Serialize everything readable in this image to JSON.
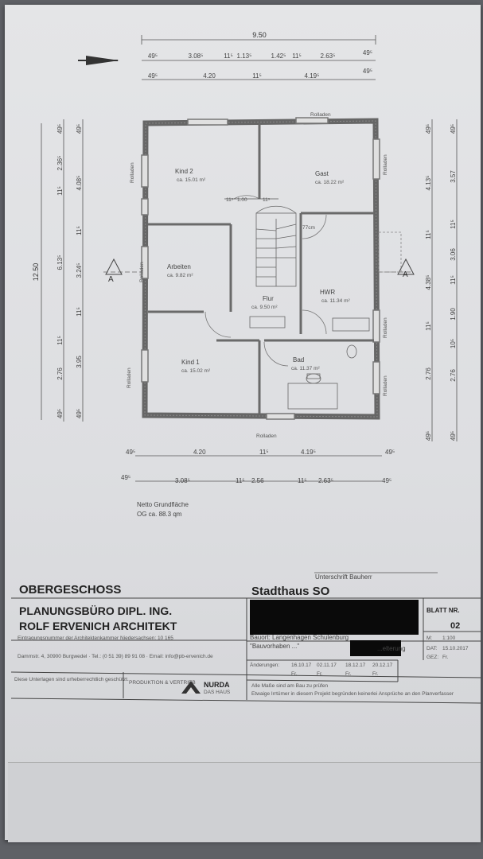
{
  "drawing": {
    "overall_width": "9.50",
    "top_dims_row1": [
      "49⁵",
      "3.08⁵",
      "11⁵",
      "1.13⁵",
      "1.42⁵",
      "11⁵",
      "2.63⁵",
      "49⁵"
    ],
    "top_dims_row2": [
      "49⁵",
      "4.20",
      "11⁵",
      "4.19⁵",
      "49⁵"
    ],
    "left_dims_outer": "12.50",
    "left_dims_col1": [
      "49⁵",
      "2.36⁵",
      "11⁵",
      "6.13⁵",
      "11⁵",
      "2.76",
      "49⁵"
    ],
    "left_dims_col2": [
      "49⁵",
      "4.08⁵",
      "11⁵",
      "3.24⁵",
      "11⁵",
      "3.95",
      "49⁵"
    ],
    "right_dims_col1": [
      "49⁵",
      "4.13⁵",
      "11⁵",
      "4.38⁵",
      "11⁵",
      "2.76",
      "49⁵"
    ],
    "right_dims_col2": [
      "49⁵",
      "3.57",
      "11⁵",
      "3.06",
      "11⁵",
      "1.90",
      "10⁵",
      "2.76",
      "49⁵"
    ],
    "bottom_dims_row1": [
      "49⁵",
      "4.20",
      "11⁵",
      "4.19⁵",
      "49⁵"
    ],
    "bottom_dims_row2": [
      "49⁵",
      "3.08⁵",
      "11⁵",
      "2.56",
      "11⁵",
      "2.63⁵",
      "49⁵"
    ],
    "section_marker": "A",
    "door_dims": [
      "11⁵",
      "1.00",
      "11⁵"
    ],
    "stair_label": "77cm",
    "rolladen": "Rolladen",
    "rooms": [
      {
        "name": "Kind 2",
        "area": "ca. 15.01 m²"
      },
      {
        "name": "Gast",
        "area": "ca. 18.22 m²"
      },
      {
        "name": "Arbeiten",
        "area": "ca. 9.82 m²"
      },
      {
        "name": "Flur",
        "area": "ca. 9.50 m²"
      },
      {
        "name": "HWR",
        "area": "ca. 11.34 m²"
      },
      {
        "name": "Kind 1",
        "area": "ca. 15.02 m²"
      },
      {
        "name": "Bad",
        "area": "ca. 11.37 m²"
      }
    ],
    "netto_label": "Netto Grundfläche",
    "netto_value": "OG ca. 88.3 qm"
  },
  "title_block": {
    "signature_label": "Unterschrift Bauherr",
    "floor": "OBERGESCHOSS",
    "project": "Stadthaus SO",
    "office_line1": "PLANUNGSBÜRO DIPL. ING.",
    "office_line2": "ROLF ERVENICH ARCHITEKT",
    "chamber_note": "Eintragungsnummer der Architektenkammer Niedersachsen: 10 165",
    "address": "Dammstr. 4, 30900 Burgwedel · Tel.: (0 51 39) 89 91 08 · Email: info@pb-ervenich.de",
    "copyright_note": "Diese Unterlagen sind urheberrechtlich geschützt.",
    "production_label": "PRODUKTION & VERTRIEB",
    "brand_name": "NURDA",
    "brand_sub": "DAS HAUS",
    "blatt_label": "BLATT NR.",
    "blatt_value": "02",
    "bauort": "Bauort: Langenhagen Schulenburg",
    "bauvorhaben": "\"Bauvorhaben ...\"",
    "bauvorhaben_tail": "...elterung",
    "m_label": "M:",
    "m_value": "1:100",
    "dat_label": "DAT:",
    "dat_value": "15.10.2017",
    "gez_label": "GEZ:",
    "gez_value": "Fr.",
    "changes_label": "Änderungen:",
    "changes_dates": [
      "16.10.17",
      "02.11.17",
      "18.12.17",
      "20.12.17"
    ],
    "changes_initials": [
      "Fr.",
      "Fr.",
      "Fr.",
      "Fr."
    ],
    "footer_note1": "Alle Maße sind am Bau zu prüfen",
    "footer_note2": "Etwaige Irrtümer in diesem Projekt begründen keinerlei Ansprüche an den Planverfasser"
  }
}
